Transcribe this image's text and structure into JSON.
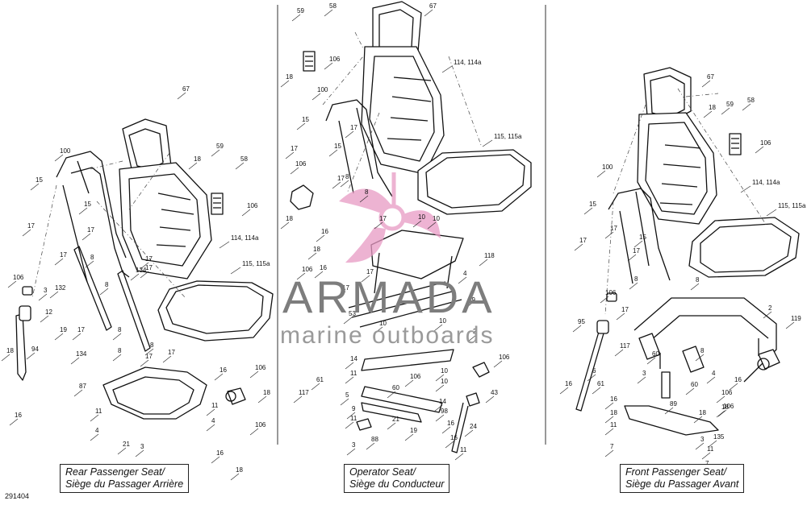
{
  "figure_id": "291404",
  "watermark": {
    "name": "ARMADA",
    "tagline": "marine outboards",
    "logo_color": "#e89ac4"
  },
  "sections": [
    {
      "id": "rear",
      "caption_line1": "Rear Passenger Seat/",
      "caption_line2": "Siège du Passager Arrière"
    },
    {
      "id": "operator",
      "caption_line1": "Operator Seat/",
      "caption_line2": "Siège du Conducteur"
    },
    {
      "id": "front",
      "caption_line1": "Front Passenger Seat/",
      "caption_line2": "Siège du Passager Avant"
    }
  ],
  "callouts": {
    "rear": [
      "67",
      "59",
      "18",
      "58",
      "106",
      "114, 114a",
      "100",
      "15",
      "15",
      "17",
      "17",
      "17",
      "17",
      "17",
      "134",
      "115, 115a",
      "106",
      "132",
      "3",
      "12",
      "19",
      "94",
      "18",
      "16",
      "17",
      "8",
      "8",
      "8",
      "17",
      "17",
      "134",
      "87",
      "16",
      "106",
      "18",
      "11",
      "11",
      "4",
      "4",
      "21",
      "3",
      "106",
      "16",
      "18",
      "8",
      "8"
    ],
    "operator": [
      "59",
      "58",
      "18",
      "106",
      "67",
      "114, 114a",
      "100",
      "15",
      "17",
      "17",
      "15",
      "17",
      "106",
      "18",
      "16",
      "18",
      "16",
      "106",
      "17",
      "8",
      "8",
      "17",
      "10",
      "10",
      "115, 115a",
      "118",
      "4",
      "17",
      "53",
      "49",
      "10",
      "10",
      "2",
      "14",
      "11",
      "61",
      "117",
      "5",
      "9",
      "11",
      "21",
      "3",
      "88",
      "19",
      "60",
      "10",
      "10",
      "14",
      "98",
      "106",
      "43",
      "16",
      "24",
      "16",
      "11",
      "106"
    ],
    "front": [
      "67",
      "18",
      "59",
      "58",
      "106",
      "114, 114a",
      "100",
      "15",
      "17",
      "17",
      "15",
      "17",
      "8",
      "8",
      "115, 115a",
      "106",
      "95",
      "17",
      "2",
      "119",
      "117",
      "60",
      "6",
      "61",
      "3",
      "4",
      "8",
      "106",
      "16",
      "18",
      "16",
      "60",
      "16",
      "18",
      "11",
      "7",
      "89",
      "106",
      "18",
      "135",
      "11",
      "7",
      "3"
    ]
  }
}
